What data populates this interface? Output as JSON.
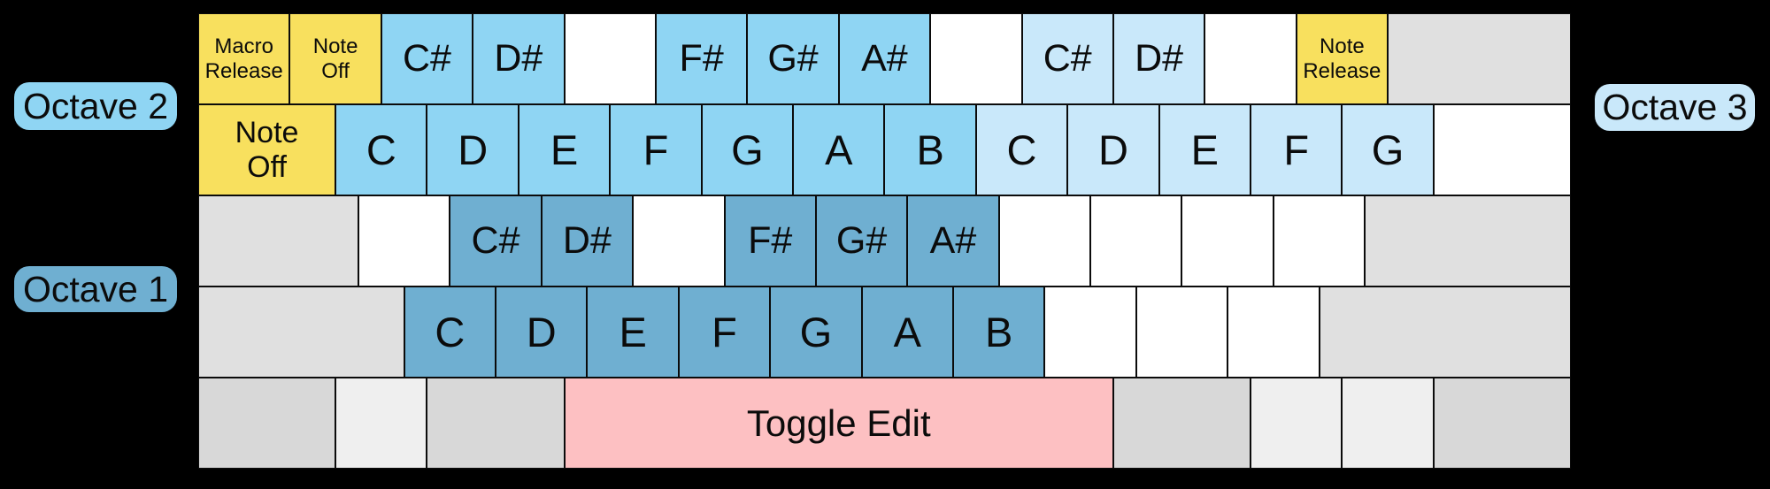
{
  "colors": {
    "yellow": "#F8E05E",
    "octave1": "#6FAFD1",
    "octave2": "#8FD5F3",
    "octave3": "#C9E8FA",
    "pink": "#FDC0C2",
    "gray": "#E0E0E0",
    "grayDark": "#D8D8D8",
    "grayLight": "#EFEFEF",
    "white": "#FFFFFF",
    "background": "#000000",
    "keyBorder": "#0b0b0b"
  },
  "labels": {
    "octave1": "Octave 1",
    "octave2": "Octave 2",
    "octave3": "Octave 3"
  },
  "keyboard": {
    "units": 15,
    "rows": [
      {
        "keys": [
          {
            "name": "key-macro-release",
            "label": "Macro\nRelease",
            "color": "yellow",
            "w": 1,
            "size": "xs"
          },
          {
            "name": "key-note-off-top",
            "label": "Note\nOff",
            "color": "yellow",
            "w": 1,
            "size": "xs"
          },
          {
            "name": "key-csharp-octave2",
            "label": "C#",
            "color": "octave2",
            "w": 1,
            "size": "sharp"
          },
          {
            "name": "key-dsharp-octave2",
            "label": "D#",
            "color": "octave2",
            "w": 1,
            "size": "sharp"
          },
          {
            "name": "key-unmapped",
            "label": "",
            "color": "white",
            "w": 1,
            "size": ""
          },
          {
            "name": "key-fsharp-octave2",
            "label": "F#",
            "color": "octave2",
            "w": 1,
            "size": "sharp"
          },
          {
            "name": "key-gsharp-octave2",
            "label": "G#",
            "color": "octave2",
            "w": 1,
            "size": "sharp"
          },
          {
            "name": "key-asharp-octave2",
            "label": "A#",
            "color": "octave2",
            "w": 1,
            "size": "sharp"
          },
          {
            "name": "key-unmapped",
            "label": "",
            "color": "white",
            "w": 1,
            "size": ""
          },
          {
            "name": "key-csharp-octave3",
            "label": "C#",
            "color": "octave3",
            "w": 1,
            "size": "sharp"
          },
          {
            "name": "key-dsharp-octave3",
            "label": "D#",
            "color": "octave3",
            "w": 1,
            "size": "sharp"
          },
          {
            "name": "key-unmapped",
            "label": "",
            "color": "white",
            "w": 1,
            "size": ""
          },
          {
            "name": "key-note-release",
            "label": "Note\nRelease",
            "color": "yellow",
            "w": 1,
            "size": "xs"
          },
          {
            "name": "key-unused-backspace",
            "label": "",
            "color": "gray",
            "w": 2,
            "size": ""
          }
        ]
      },
      {
        "keys": [
          {
            "name": "key-note-off-tab",
            "label": "Note\nOff",
            "color": "yellow",
            "w": 1.5,
            "size": "md"
          },
          {
            "name": "key-c-octave2",
            "label": "C",
            "color": "octave2",
            "w": 1,
            "size": "note"
          },
          {
            "name": "key-d-octave2",
            "label": "D",
            "color": "octave2",
            "w": 1,
            "size": "note"
          },
          {
            "name": "key-e-octave2",
            "label": "E",
            "color": "octave2",
            "w": 1,
            "size": "note"
          },
          {
            "name": "key-f-octave2",
            "label": "F",
            "color": "octave2",
            "w": 1,
            "size": "note"
          },
          {
            "name": "key-g-octave2",
            "label": "G",
            "color": "octave2",
            "w": 1,
            "size": "note"
          },
          {
            "name": "key-a-octave2",
            "label": "A",
            "color": "octave2",
            "w": 1,
            "size": "note"
          },
          {
            "name": "key-b-octave2",
            "label": "B",
            "color": "octave2",
            "w": 1,
            "size": "note"
          },
          {
            "name": "key-c-octave3",
            "label": "C",
            "color": "octave3",
            "w": 1,
            "size": "note"
          },
          {
            "name": "key-d-octave3",
            "label": "D",
            "color": "octave3",
            "w": 1,
            "size": "note"
          },
          {
            "name": "key-e-octave3",
            "label": "E",
            "color": "octave3",
            "w": 1,
            "size": "note"
          },
          {
            "name": "key-f-octave3",
            "label": "F",
            "color": "octave3",
            "w": 1,
            "size": "note"
          },
          {
            "name": "key-g-octave3",
            "label": "G",
            "color": "octave3",
            "w": 1,
            "size": "note"
          },
          {
            "name": "key-unmapped",
            "label": "",
            "color": "white",
            "w": 1.5,
            "size": ""
          }
        ]
      },
      {
        "keys": [
          {
            "name": "key-unused-capslock",
            "label": "",
            "color": "gray",
            "w": 1.75,
            "size": ""
          },
          {
            "name": "key-unmapped",
            "label": "",
            "color": "white",
            "w": 1,
            "size": ""
          },
          {
            "name": "key-csharp-octave1",
            "label": "C#",
            "color": "octave1",
            "w": 1,
            "size": "sharp"
          },
          {
            "name": "key-dsharp-octave1",
            "label": "D#",
            "color": "octave1",
            "w": 1,
            "size": "sharp"
          },
          {
            "name": "key-unmapped",
            "label": "",
            "color": "white",
            "w": 1,
            "size": ""
          },
          {
            "name": "key-fsharp-octave1",
            "label": "F#",
            "color": "octave1",
            "w": 1,
            "size": "sharp"
          },
          {
            "name": "key-gsharp-octave1",
            "label": "G#",
            "color": "octave1",
            "w": 1,
            "size": "sharp"
          },
          {
            "name": "key-asharp-octave1",
            "label": "A#",
            "color": "octave1",
            "w": 1,
            "size": "sharp"
          },
          {
            "name": "key-unmapped",
            "label": "",
            "color": "white",
            "w": 1,
            "size": ""
          },
          {
            "name": "key-unmapped",
            "label": "",
            "color": "white",
            "w": 1,
            "size": ""
          },
          {
            "name": "key-unmapped",
            "label": "",
            "color": "white",
            "w": 1,
            "size": ""
          },
          {
            "name": "key-unmapped",
            "label": "",
            "color": "white",
            "w": 1,
            "size": ""
          },
          {
            "name": "key-unused-enter",
            "label": "",
            "color": "gray",
            "w": 2.25,
            "size": ""
          }
        ]
      },
      {
        "keys": [
          {
            "name": "key-unused-lshift",
            "label": "",
            "color": "gray",
            "w": 2.25,
            "size": ""
          },
          {
            "name": "key-c-octave1",
            "label": "C",
            "color": "octave1",
            "w": 1,
            "size": "note"
          },
          {
            "name": "key-d-octave1",
            "label": "D",
            "color": "octave1",
            "w": 1,
            "size": "note"
          },
          {
            "name": "key-e-octave1",
            "label": "E",
            "color": "octave1",
            "w": 1,
            "size": "note"
          },
          {
            "name": "key-f-octave1",
            "label": "F",
            "color": "octave1",
            "w": 1,
            "size": "note"
          },
          {
            "name": "key-g-octave1",
            "label": "G",
            "color": "octave1",
            "w": 1,
            "size": "note"
          },
          {
            "name": "key-a-octave1",
            "label": "A",
            "color": "octave1",
            "w": 1,
            "size": "note"
          },
          {
            "name": "key-b-octave1",
            "label": "B",
            "color": "octave1",
            "w": 1,
            "size": "note"
          },
          {
            "name": "key-unmapped",
            "label": "",
            "color": "white",
            "w": 1,
            "size": ""
          },
          {
            "name": "key-unmapped",
            "label": "",
            "color": "white",
            "w": 1,
            "size": ""
          },
          {
            "name": "key-unmapped",
            "label": "",
            "color": "white",
            "w": 1,
            "size": ""
          },
          {
            "name": "key-unused-rshift",
            "label": "",
            "color": "gray",
            "w": 2.75,
            "size": ""
          }
        ]
      },
      {
        "keys": [
          {
            "name": "key-unused-lctrl",
            "label": "",
            "color": "grayDark",
            "w": 1.5,
            "size": ""
          },
          {
            "name": "key-unused-lmeta",
            "label": "",
            "color": "grayLight",
            "w": 1,
            "size": ""
          },
          {
            "name": "key-unused-lalt",
            "label": "",
            "color": "grayDark",
            "w": 1.5,
            "size": ""
          },
          {
            "name": "key-toggle-edit-space",
            "label": "Toggle Edit",
            "color": "pink",
            "w": 6,
            "size": "lg"
          },
          {
            "name": "key-unused-ralt",
            "label": "",
            "color": "grayDark",
            "w": 1.5,
            "size": ""
          },
          {
            "name": "key-unused-rmeta",
            "label": "",
            "color": "grayLight",
            "w": 1,
            "size": ""
          },
          {
            "name": "key-unused-menu",
            "label": "",
            "color": "grayLight",
            "w": 1,
            "size": ""
          },
          {
            "name": "key-unused-rctrl",
            "label": "",
            "color": "grayDark",
            "w": 1.5,
            "size": ""
          }
        ]
      }
    ]
  }
}
